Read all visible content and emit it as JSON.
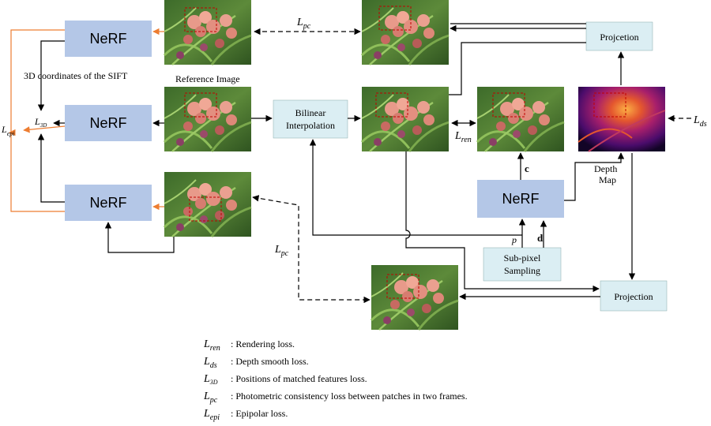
{
  "boxes": {
    "nerf_top": "NeRF",
    "nerf_mid": "NeRF",
    "nerf_bot": "NeRF",
    "nerf_right": "NeRF",
    "bilinear_line1": "Bilinear",
    "bilinear_line2": "Interpolation",
    "projection_top": "Projcetion",
    "projection_bottom": "Projection",
    "subpixel_line1": "Sub-pixel",
    "subpixel_line2": "Sampling"
  },
  "labels": {
    "sift": "3D coordinates of the SIFT",
    "reference": "Reference Image",
    "depth_map_line1": "Depth",
    "depth_map_line2": "Map",
    "c": "c",
    "d": "d",
    "p": "p"
  },
  "loss_labels": {
    "pc_main": "L",
    "pc_sub": "pc",
    "ren_main": "L",
    "ren_sub": "ren",
    "ds_main": "L",
    "ds_sub": "ds",
    "epi_main": "L",
    "epi_sub": "epi",
    "3d_main": "L",
    "3d_sub": "3D"
  },
  "legend": [
    {
      "main": "L",
      "sub": "ren",
      "text": ": Rendering loss."
    },
    {
      "main": "L",
      "sub": "ds",
      "text": ": Depth smooth loss."
    },
    {
      "main": "L",
      "sub": "3D",
      "text": ": Positions of matched features loss."
    },
    {
      "main": "L",
      "sub": "pc",
      "text": ": Photometric consistency loss between patches in two frames."
    },
    {
      "main": "L",
      "sub": "epi",
      "text": ": Epipolar loss."
    }
  ],
  "colors": {
    "box_blue": "#b4c7e7",
    "box_cyan": "#dbeef3",
    "arrow_orange": "#ed7d31",
    "arrow_black": "#000000",
    "patch_red": "#c00000"
  }
}
